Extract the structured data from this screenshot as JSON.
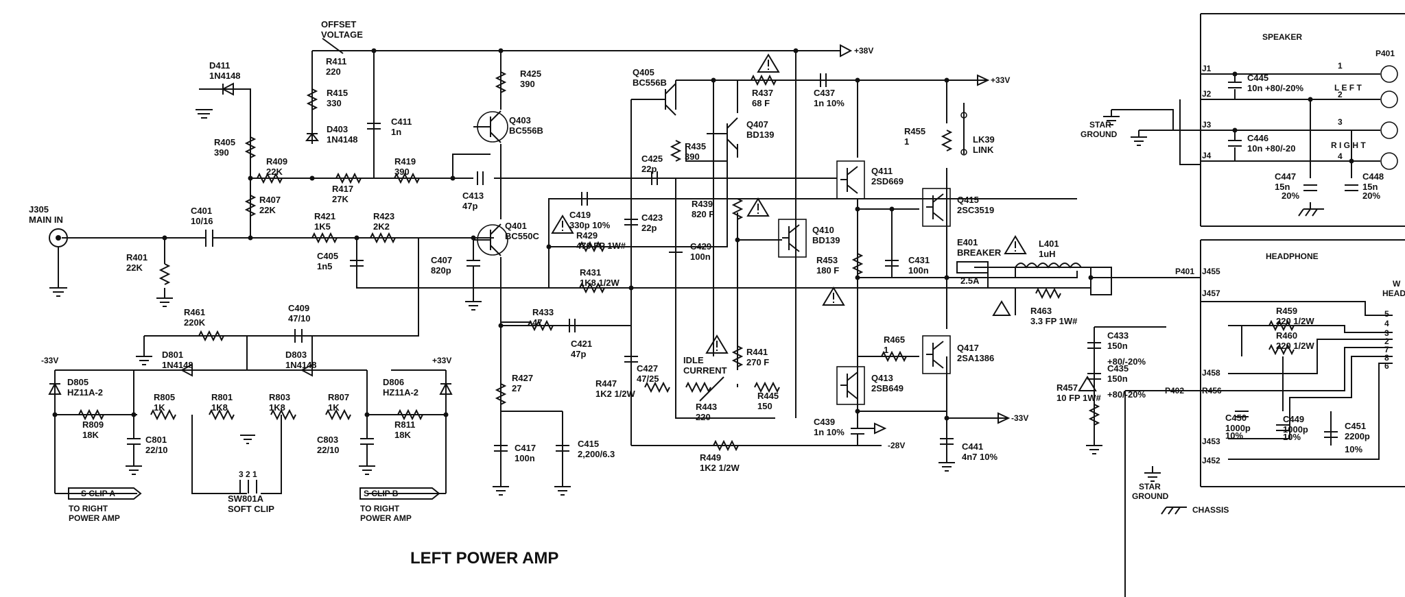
{
  "title": "LEFT POWER AMP",
  "rails": {
    "p38": "+38V",
    "p33": "+33V",
    "m33": "-33V",
    "m28": "-28V",
    "m33_left": "-33V",
    "p33_right": "+33V"
  },
  "components": [
    {
      "ref": "OFFSET",
      "value": "VOLTAGE"
    },
    {
      "ref": "R411",
      "value": "220"
    },
    {
      "ref": "R415",
      "value": "330"
    },
    {
      "ref": "D403",
      "value": "1N4148"
    },
    {
      "ref": "D411",
      "value": "1N4148"
    },
    {
      "ref": "R405",
      "value": "390"
    },
    {
      "ref": "R409",
      "value": "22K"
    },
    {
      "ref": "R407",
      "value": "22K"
    },
    {
      "ref": "C411",
      "value": "1n"
    },
    {
      "ref": "R419",
      "value": "390"
    },
    {
      "ref": "R417",
      "value": "27K"
    },
    {
      "ref": "R425",
      "value": "390"
    },
    {
      "ref": "Q403",
      "value": "BC556B"
    },
    {
      "ref": "C413",
      "value": "47p"
    },
    {
      "ref": "Q401",
      "value": "BC550C"
    },
    {
      "ref": "J305",
      "value": "MAIN IN"
    },
    {
      "ref": "C401",
      "value": "10/16"
    },
    {
      "ref": "R401",
      "value": "22K"
    },
    {
      "ref": "R421",
      "value": "1K5"
    },
    {
      "ref": "R423",
      "value": "2K2"
    },
    {
      "ref": "C405",
      "value": "1n5"
    },
    {
      "ref": "C407",
      "value": "820p"
    },
    {
      "ref": "Q405",
      "value": "BC556B"
    },
    {
      "ref": "R437",
      "value": "68 F"
    },
    {
      "ref": "Q407",
      "value": "BD139"
    },
    {
      "ref": "R435",
      "value": "390"
    },
    {
      "ref": "C425",
      "value": "22p"
    },
    {
      "ref": "C419",
      "value": "330p 10%"
    },
    {
      "ref": "C423",
      "value": "22p"
    },
    {
      "ref": "R429",
      "value": "470 FP 1W#"
    },
    {
      "ref": "R439",
      "value": "820 F"
    },
    {
      "ref": "C429",
      "value": "100n"
    },
    {
      "ref": "Q410",
      "value": "BD139"
    },
    {
      "ref": "R431",
      "value": "1K8 1/2W"
    },
    {
      "ref": "C437",
      "value": "1n 10%"
    },
    {
      "ref": "R455",
      "value": "1"
    },
    {
      "ref": "LK39",
      "value": "LINK"
    },
    {
      "ref": "Q411",
      "value": "2SD669"
    },
    {
      "ref": "Q415",
      "value": "2SC3519"
    },
    {
      "ref": "R453",
      "value": "180 F"
    },
    {
      "ref": "C431",
      "value": "100n"
    },
    {
      "ref": "E401",
      "value": "BREAKER"
    },
    {
      "ref": "E401_rating",
      "value": "2.5A"
    },
    {
      "ref": "L401",
      "value": "1uH"
    },
    {
      "ref": "R463",
      "value": "3.3 FP 1W#"
    },
    {
      "ref": "R433",
      "value": "47"
    },
    {
      "ref": "C421",
      "value": "47p"
    },
    {
      "ref": "C427",
      "value": "47/25"
    },
    {
      "ref": "R441",
      "value": "270 F"
    },
    {
      "ref": "R427",
      "value": "27"
    },
    {
      "ref": "R447",
      "value": "1K2 1/2W"
    },
    {
      "ref": "IDLE",
      "value": "CURRENT"
    },
    {
      "ref": "R443",
      "value": "220"
    },
    {
      "ref": "R445",
      "value": "150"
    },
    {
      "ref": "R465",
      "value": "1"
    },
    {
      "ref": "Q417",
      "value": "2SA1386"
    },
    {
      "ref": "Q413",
      "value": "2SB649"
    },
    {
      "ref": "R457",
      "value": "10 FP 1W#"
    },
    {
      "ref": "C433",
      "value": "150n"
    },
    {
      "ref": "C433_tol",
      "value": "+80/-20%"
    },
    {
      "ref": "C435",
      "value": "150n"
    },
    {
      "ref": "C435_tol",
      "value": "+80/-20%"
    },
    {
      "ref": "C439",
      "value": "1n 10%"
    },
    {
      "ref": "C441",
      "value": "4n7 10%"
    },
    {
      "ref": "C417",
      "value": "100n"
    },
    {
      "ref": "C415",
      "value": "2,200/6.3"
    },
    {
      "ref": "R449",
      "value": "1K2 1/2W"
    },
    {
      "ref": "R461",
      "value": "220K"
    },
    {
      "ref": "C409",
      "value": "47/10"
    },
    {
      "ref": "D801",
      "value": "1N4148"
    },
    {
      "ref": "D803",
      "value": "1N4148"
    },
    {
      "ref": "D805",
      "value": "HZ11A-2"
    },
    {
      "ref": "D806",
      "value": "HZ11A-2"
    },
    {
      "ref": "R805",
      "value": "1K"
    },
    {
      "ref": "R801",
      "value": "1K8"
    },
    {
      "ref": "R803",
      "value": "1K8"
    },
    {
      "ref": "R807",
      "value": "1K"
    },
    {
      "ref": "R809",
      "value": "18K"
    },
    {
      "ref": "R811",
      "value": "18K"
    },
    {
      "ref": "C801",
      "value": "22/10"
    },
    {
      "ref": "C803",
      "value": "22/10"
    },
    {
      "ref": "SW801A",
      "value": "SOFT CLIP"
    },
    {
      "ref": "C445",
      "value": "10n +80/-20%"
    },
    {
      "ref": "C446",
      "value": "10n +80/-20"
    },
    {
      "ref": "C447",
      "value": "15n"
    },
    {
      "ref": "C447_tol",
      "value": "20%"
    },
    {
      "ref": "C448",
      "value": "15n"
    },
    {
      "ref": "C448_tol",
      "value": "20%"
    },
    {
      "ref": "R459",
      "value": "220 1/2W"
    },
    {
      "ref": "R460",
      "value": "220 1/2W"
    },
    {
      "ref": "C450",
      "value": "1000p"
    },
    {
      "ref": "C450_tol",
      "value": "10%"
    },
    {
      "ref": "C449",
      "value": "1000p"
    },
    {
      "ref": "C449_tol",
      "value": "10%"
    },
    {
      "ref": "C451",
      "value": "2200p"
    },
    {
      "ref": "C451_tol",
      "value": "10%"
    }
  ],
  "connectors": {
    "speaker_title": "SPEAKER",
    "p401": "P401",
    "headphone_title": "HEADPHONE",
    "headphone_partial": "W",
    "headphone_partial2": "HEAD",
    "left": "L E F T",
    "right": "R I G H T",
    "j1": "J1",
    "j2": "J2",
    "j3": "J3",
    "j4": "J4",
    "j455": "J455",
    "j457": "J457",
    "j458": "J458",
    "j456": "R456",
    "j453": "J453",
    "j452": "J452",
    "p401_left": "P401",
    "p402": "P402",
    "pin1": "1",
    "pin2": "2",
    "pin3": "3",
    "pin4": "4",
    "hp_pin5": "5",
    "hp_pin4": "4",
    "hp_pin3": "3",
    "hp_pin2": "2",
    "hp_pin7": "7",
    "hp_pin8": "8",
    "hp_pin6": "6"
  },
  "grounds": {
    "star_ground_top": [
      "STAR",
      "GROUND"
    ],
    "star_ground_bottom": [
      "STAR",
      "GROUND"
    ],
    "chassis": "CHASSIS"
  },
  "clips": {
    "a_label": "S CLIP A",
    "a_dest": [
      "TO RIGHT",
      "POWER AMP"
    ],
    "b_label": "S CLIP B",
    "b_dest": [
      "TO RIGHT",
      "POWER AMP"
    ],
    "sw_pins": "3 2 1"
  }
}
